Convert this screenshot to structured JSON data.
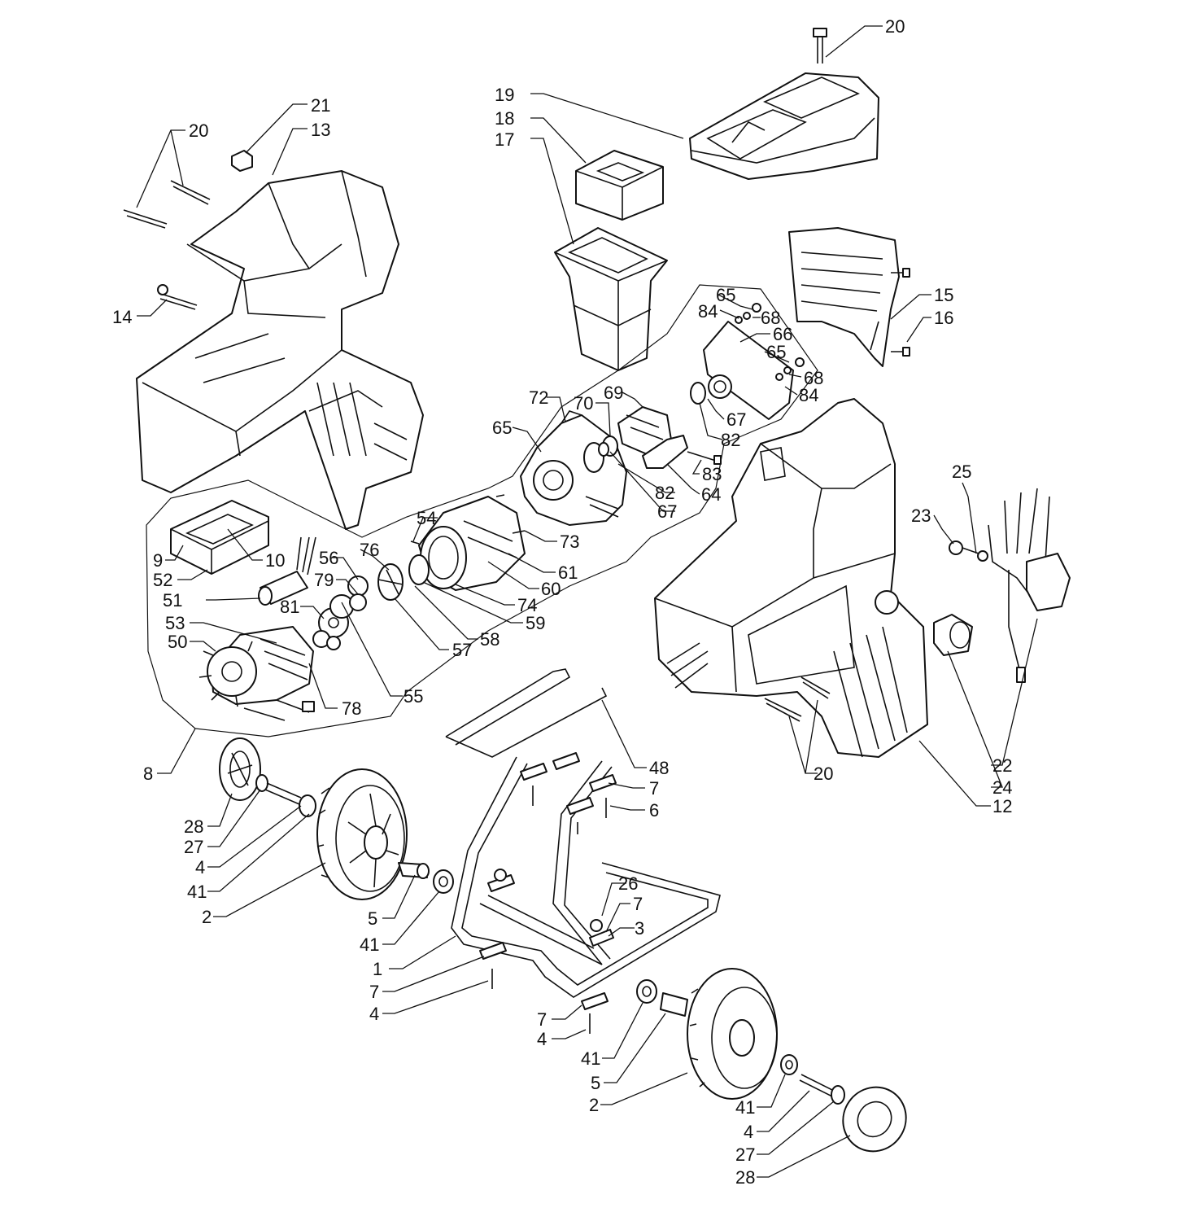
{
  "diagram": {
    "labels": {
      "l20a": "20",
      "l19": "19",
      "l18": "18",
      "l17": "17",
      "l21": "21",
      "l20b": "20",
      "l13": "13",
      "l14": "14",
      "l15": "15",
      "l16": "16",
      "l65a": "65",
      "l84a": "84",
      "l68a": "68",
      "l66": "66",
      "l65b": "65",
      "l68b": "68",
      "l84b": "84",
      "l67a": "67",
      "l82a": "82",
      "l72": "72",
      "l70": "70",
      "l69": "69",
      "l65c": "65",
      "l83": "83",
      "l82b": "82",
      "l64": "64",
      "l67b": "67",
      "l25": "25",
      "l23": "23",
      "l54": "54",
      "l73": "73",
      "l61": "61",
      "l60": "60",
      "l74": "74",
      "l76": "76",
      "l9": "9",
      "l10": "10",
      "l52": "52",
      "l56": "56",
      "l79": "79",
      "l51": "51",
      "l81": "81",
      "l53": "53",
      "l50": "50",
      "l59": "59",
      "l58": "58",
      "l57": "57",
      "l55": "55",
      "l78": "78",
      "l8": "8",
      "l48": "48",
      "l7a": "7",
      "l6": "6",
      "l20c": "20",
      "l22": "22",
      "l24": "24",
      "l12": "12",
      "l28a": "28",
      "l27a": "27",
      "l4a": "4",
      "l41a": "41",
      "l2a": "2",
      "l5a": "5",
      "l41b": "41",
      "l26": "26",
      "l7b": "7",
      "l3": "3",
      "l1": "1",
      "l7c": "7",
      "l4b": "4",
      "l7d": "7",
      "l4c": "4",
      "l41c": "41",
      "l5b": "5",
      "l2b": "2",
      "l41d": "41",
      "l4d": "4",
      "l27b": "27",
      "l28b": "28"
    }
  }
}
